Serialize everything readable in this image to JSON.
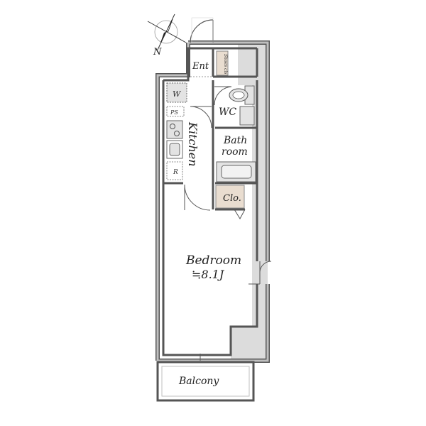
{
  "compass": {
    "north": "N"
  },
  "rooms": {
    "entrance": "Ent",
    "shoes": "Shoes cls",
    "washer": "W",
    "ps": "PS",
    "kitchen": "Kitchen",
    "fridge": "R",
    "wc": "WC",
    "bath_line1": "Bath",
    "bath_line2": "room",
    "closet": "Clo.",
    "bedroom": "Bedroom",
    "bedroom_size": "≒8.1J",
    "balcony": "Balcony"
  },
  "colors": {
    "wall": "#bfbfbf",
    "wall_edge": "#555555",
    "shaft": "#dcdcdc",
    "closet_fill": "#e9ddd0",
    "shoes_fill": "#e9ddd0",
    "fixture": "#e3e3e3"
  },
  "icons": [
    "compass-rose-icon",
    "door-swing-icon",
    "toilet-icon",
    "bathtub-icon",
    "washer-icon",
    "stove-icon",
    "sink-icon"
  ]
}
